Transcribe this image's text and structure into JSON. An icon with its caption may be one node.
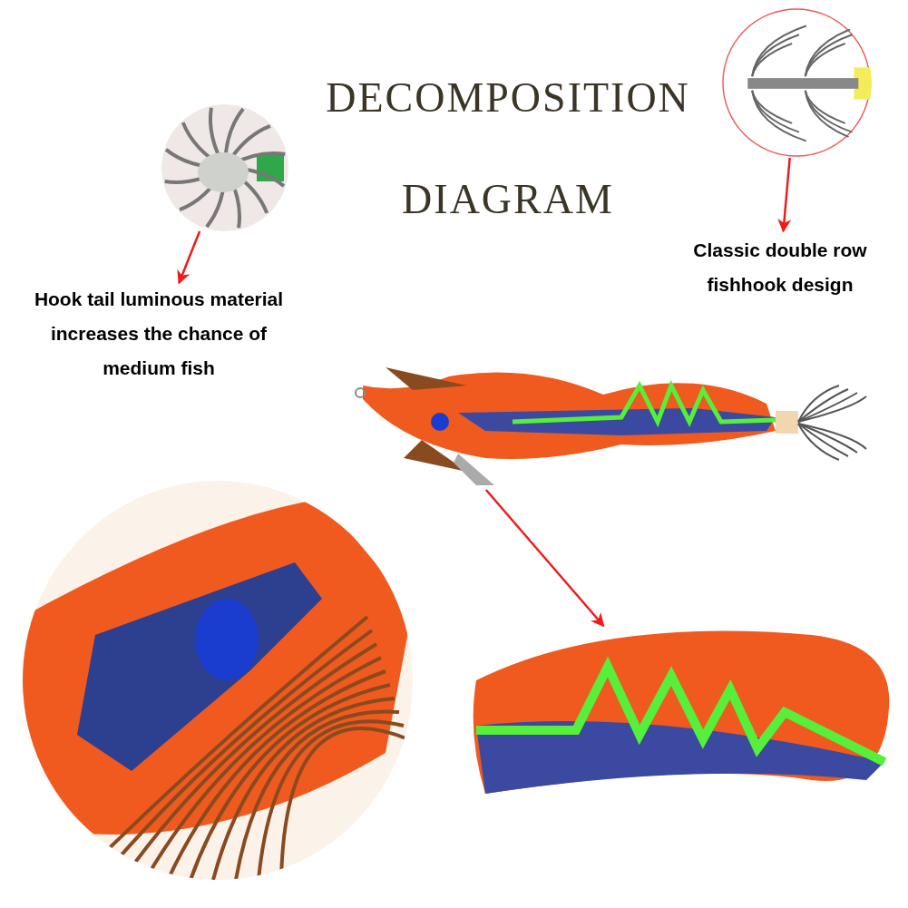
{
  "diagram": {
    "title": "DECOMPOSITION DIAGRAM",
    "nodes": [
      {
        "text": [],
        "shape": "picture"
      },
      {
        "text": [
          "Hook tail luminous material increases the chance of medium fish"
        ]
      },
      {
        "text": [],
        "shape": "picture"
      },
      {
        "text": [
          "Classic double row fishhook design"
        ]
      },
      {
        "text": [],
        "shape": "picture"
      },
      {
        "text": [],
        "shape": "picture"
      },
      {
        "text": [],
        "shape": "picture"
      }
    ],
    "edges": [
      {
        "from": 0,
        "to": 1,
        "arrow": "to"
      },
      {
        "from": 2,
        "to": 3,
        "arrow": "to"
      },
      {
        "from": 4,
        "to": 5,
        "arrow": "to"
      }
    ]
  }
}
